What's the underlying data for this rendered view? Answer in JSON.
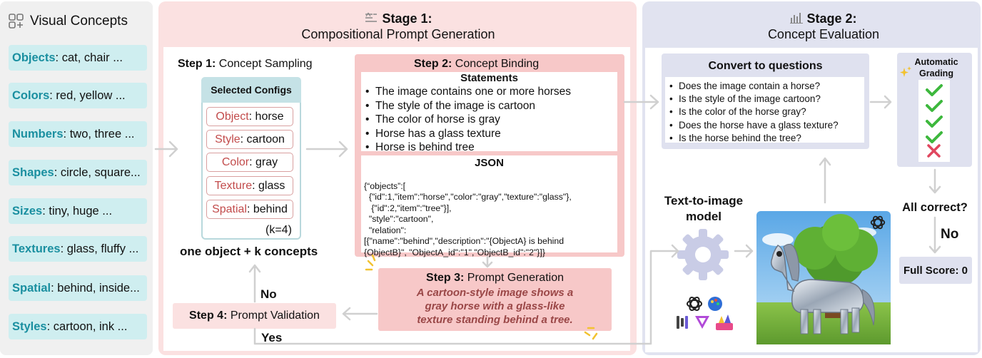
{
  "visual_concepts": {
    "title": "Visual Concepts",
    "items": [
      {
        "key": "Objects",
        "value": ": cat, chair ..."
      },
      {
        "key": "Colors",
        "value": ": red, yellow ..."
      },
      {
        "key": "Numbers",
        "value": ": two, three ..."
      },
      {
        "key": "Shapes",
        "value": ": circle, square..."
      },
      {
        "key": "Sizes",
        "value": ": tiny, huge ..."
      },
      {
        "key": "Textures",
        "value": ": glass, fluffy ..."
      },
      {
        "key": "Spatial",
        "value": ": behind, inside..."
      },
      {
        "key": "Styles",
        "value": ": cartoon, ink ..."
      }
    ]
  },
  "stage1": {
    "title_bold": "Stage 1:",
    "subtitle": "Compositional Prompt Generation",
    "step1": {
      "label_bold": "Step 1:",
      "label": " Concept Sampling"
    },
    "configs": {
      "header": "Selected Configs",
      "items": [
        {
          "key": "Object",
          "value": ": horse"
        },
        {
          "key": "Style",
          "value": ": cartoon"
        },
        {
          "key": "Color",
          "value": ": gray"
        },
        {
          "key": "Texture",
          "value": ": glass"
        },
        {
          "key": "Spatial",
          "value": ": behind"
        }
      ],
      "k_note": "(k=4)"
    },
    "sampling_caption": "one object + k concepts",
    "step2": {
      "label_bold": "Step 2:",
      "label": " Concept Binding",
      "statements_title": "Statements",
      "statements": [
        "The image contains one or more horses",
        "The style of the image is cartoon",
        "The color of horse is gray",
        "Horse has a glass texture",
        "Horse is behind tree"
      ],
      "json_title": "JSON",
      "json_lines": [
        "{“objects”:[",
        "  {\"id\":1,\"item\":\"horse\",\"color\":\"gray\",\"texture\":\"glass\"},",
        "   {\"id\":2,\"item\":\"tree\"}],",
        "  \"style\":\"cartoon\",",
        "  \"relation\":",
        "[{\"name\":\"behind\",\"description\":\"{ObjectA} is behind",
        "{ObjectB}\", \"ObjectA_id\":\"1\",\"ObjectB_id\":\"2\"}]}"
      ]
    },
    "step3": {
      "label_bold": "Step 3:",
      "label": " Prompt Generation",
      "prompt_lines": [
        "A cartoon-style image shows a",
        "gray horse with a glass-like",
        "texture standing behind a tree."
      ]
    },
    "step4": {
      "label_bold": "Step 4:",
      "label": " Prompt Validation"
    },
    "no_label": "No",
    "yes_label": "Yes"
  },
  "stage2": {
    "title_bold": "Stage 2:",
    "subtitle": "Concept Evaluation",
    "questions_title": "Convert to questions",
    "questions": [
      "Does the image contain a horse?",
      "Is the style of the image cartoon?",
      "Is the color of the horse gray?",
      "Does the horse have a glass texture?",
      "Is the horse behind the tree?"
    ],
    "grading_title_lines": [
      "Automatic",
      "Grading"
    ],
    "grades": [
      "pass",
      "pass",
      "pass",
      "pass",
      "fail"
    ],
    "t2i_lines": [
      "Text-to-image",
      "model"
    ],
    "all_correct": "All correct?",
    "no_label": "No",
    "full_score": "Full Score: 0"
  },
  "colors": {
    "stage1_bg": "#fbe1e1",
    "stage2_bg": "#e1e3f0",
    "concept_bg": "#cfeef0",
    "concept_key": "#1a8fa0",
    "config_key": "#c24b4b",
    "check": "#3db83d",
    "cross": "#e0475f"
  }
}
